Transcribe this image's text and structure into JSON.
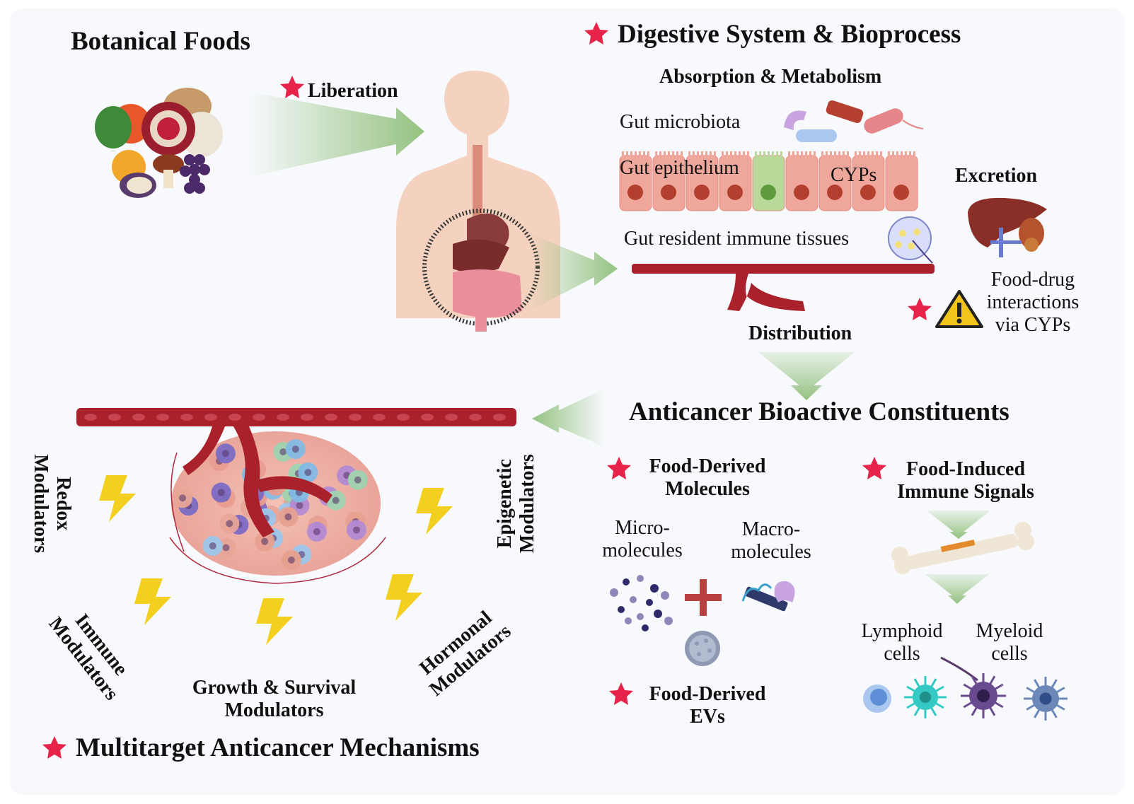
{
  "sections": {
    "botanical_foods": "Botanical Foods",
    "liberation": "Liberation",
    "digestive": "Digestive System & Bioprocess",
    "absorption": "Absorption & Metabolism",
    "gut_microbiota": "Gut microbiota",
    "gut_epithelium": "Gut epithelium",
    "cyps": "CYPs",
    "gut_immune": "Gut resident immune tissues",
    "excretion": "Excretion",
    "food_drug": [
      "Food-drug",
      "interactions",
      "via CYPs"
    ],
    "distribution": "Distribution",
    "anticancer": "Anticancer Bioactive Constituents",
    "food_derived_molecules": [
      "Food-Derived",
      "Molecules"
    ],
    "micro": [
      "Micro-",
      "molecules"
    ],
    "macro": [
      "Macro-",
      "molecules"
    ],
    "food_derived_evs": [
      "Food-Derived",
      "EVs"
    ],
    "food_induced": [
      "Food-Induced",
      "Immune Signals"
    ],
    "lymphoid": [
      "Lymphoid",
      "cells"
    ],
    "myeloid": [
      "Myeloid",
      "cells"
    ],
    "redox": [
      "Redox",
      "Modulators"
    ],
    "epigenetic": [
      "Epigenetic",
      "Modulators"
    ],
    "immune": [
      "Immune",
      "Modulators"
    ],
    "growth": [
      "Growth & Survival",
      "Modulators"
    ],
    "hormonal": [
      "Hormonal",
      "Modulators"
    ],
    "multitarget": "Multitarget Anticancer Mechanisms"
  },
  "colors": {
    "star": "#e8234a",
    "arrow_green": "#8fbf7a",
    "vessel_red": "#a8212b",
    "bolt_yellow": "#f3cf1f",
    "skin": "#f5d2bf",
    "warning_yellow": "#f3c41a"
  },
  "icons": [
    "star-icon",
    "warning-icon",
    "lightning-icon",
    "liver-icon",
    "bone-icon",
    "blood-vessel-icon",
    "human-body-icon",
    "food-basket-icon"
  ]
}
